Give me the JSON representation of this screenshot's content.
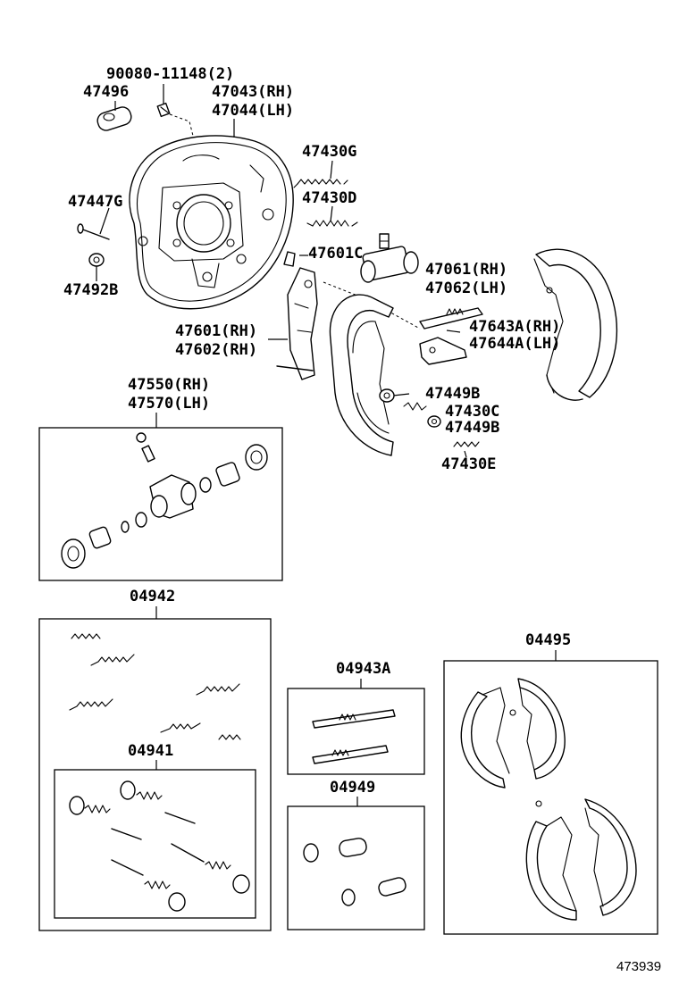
{
  "diagram": {
    "reference_number": "473939",
    "labels": {
      "bolt_qty": "90080-11148(2)",
      "plug": "47496",
      "plate_rh": "47043(RH)",
      "plate_lh": "47044(LH)",
      "spring_g": "47430G",
      "spring_d": "47430D",
      "pin": "47447G",
      "cup": "47492B",
      "lever_c": "47601C",
      "wheel_cyl_rh": "47061(RH)",
      "wheel_cyl_lh": "47062(LH)",
      "lever_rh_1": "47601(RH)",
      "lever_rh_2": "47602(RH)",
      "adjuster_rh": "47643A(RH)",
      "adjuster_lh": "47644A(LH)",
      "retainer_1": "47449B",
      "spring_c": "47430C",
      "retainer_2": "47449B",
      "spring_e": "47430E",
      "cyl_kit_rh": "47550(RH)",
      "cyl_kit_lh": "47570(LH)",
      "kit_04942": "04942",
      "kit_04941": "04941",
      "kit_04943a": "04943A",
      "kit_04949": "04949",
      "kit_04495": "04495"
    }
  }
}
